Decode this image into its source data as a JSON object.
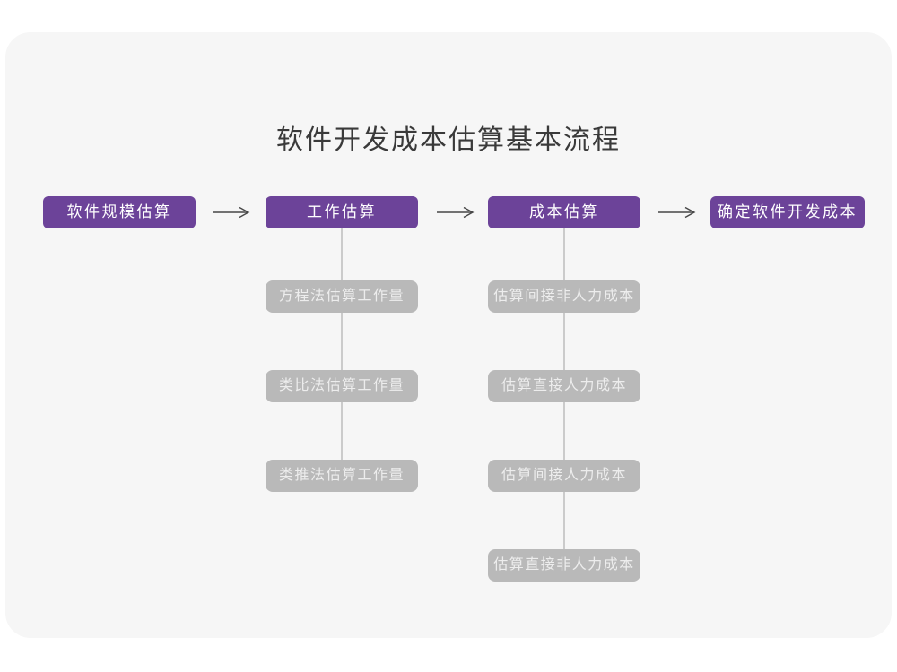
{
  "title": "软件开发成本估算基本流程",
  "colors": {
    "stage_bg": "#6C4399",
    "stage_text": "#FFFFFF",
    "substep_bg": "#B9B9B9",
    "substep_text": "#EDEDED",
    "card_bg": "#F6F6F6",
    "page_bg": "#FFFFFF",
    "arrow": "#474747",
    "connector": "#CBCBCB",
    "title_text": "#3A3A3A"
  },
  "flow": {
    "stages": [
      {
        "label": "软件规模估算"
      },
      {
        "label": "工作估算"
      },
      {
        "label": "成本估算"
      },
      {
        "label": "确定软件开发成本"
      }
    ],
    "substeps_work": [
      {
        "label": "方程法估算工作量"
      },
      {
        "label": "类比法估算工作量"
      },
      {
        "label": "类推法估算工作量"
      }
    ],
    "substeps_cost": [
      {
        "label": "估算间接非人力成本"
      },
      {
        "label": "估算直接人力成本"
      },
      {
        "label": "估算间接人力成本"
      },
      {
        "label": "估算直接非人力成本"
      }
    ]
  }
}
